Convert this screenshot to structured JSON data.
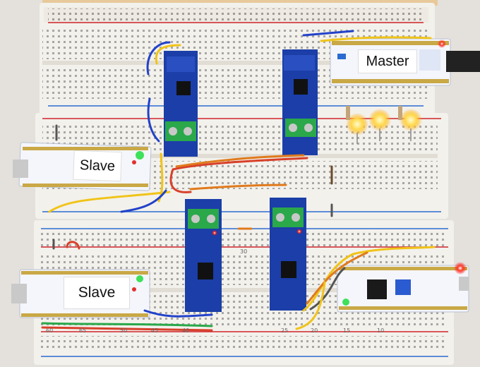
{
  "labels": {
    "master": "Master",
    "slave_top": "Slave",
    "slave_bottom": "Slave"
  },
  "breadboard_numbers": {
    "row_a": "30",
    "row_b": "25",
    "row_c": "20",
    "row_d": "15",
    "row_e": "10",
    "row_f": "60",
    "row_g": "65",
    "row_h": "50",
    "row_i": "45",
    "row_j": "40"
  },
  "colors": {
    "breadboard": "#f3f1ec",
    "pcb_blue": "#1b3ea8",
    "terminal_green": "#2aa84a",
    "wire_yellow": "#f0c419",
    "wire_red": "#d8402a",
    "wire_blue": "#2242c9",
    "wire_orange": "#e07a1c",
    "led_yellow": "#ffd84a",
    "power_rail_red": "#d0242a",
    "power_rail_blue": "#2a6cd0"
  }
}
